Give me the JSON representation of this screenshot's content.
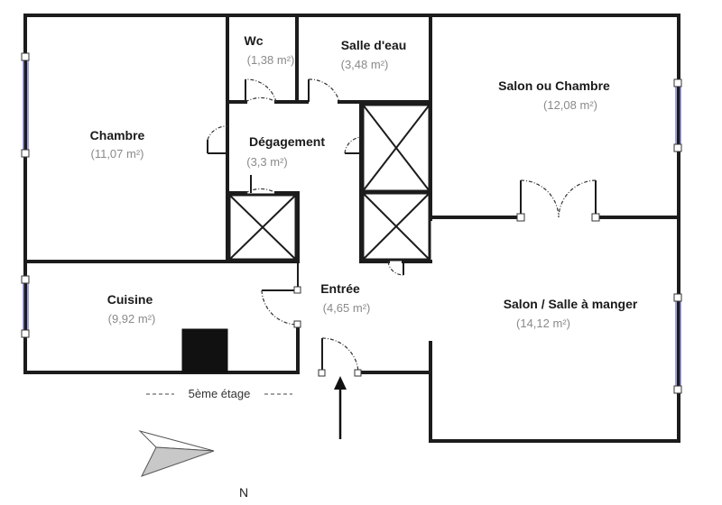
{
  "plan": {
    "floor_label": "5ème étage",
    "north_label": "N",
    "rooms": {
      "chambre": {
        "name": "Chambre",
        "area": "(11,07 m²)"
      },
      "wc": {
        "name": "Wc",
        "area": "(1,38 m²)"
      },
      "salle_eau": {
        "name": "Salle d'eau",
        "area": "(3,48 m²)"
      },
      "degagement": {
        "name": "Dégagement",
        "area": "(3,3 m²)"
      },
      "salon_chambre": {
        "name": "Salon ou Chambre",
        "area": "(12,08 m²)"
      },
      "cuisine": {
        "name": "Cuisine",
        "area": "(9,92 m²)"
      },
      "entree": {
        "name": "Entrée",
        "area": "(4,65 m²)"
      },
      "salon_sam": {
        "name": "Salon / Salle à manger",
        "area": "(14,12 m²)"
      }
    }
  }
}
